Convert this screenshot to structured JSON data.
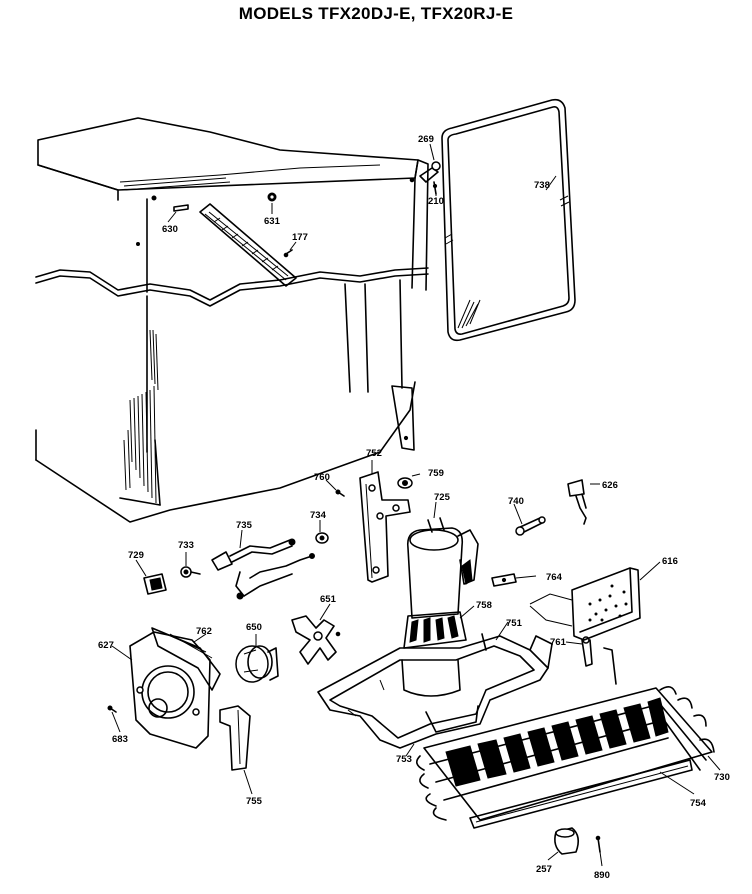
{
  "title": "MODELS TFX20DJ-E, TFX20RJ-E",
  "parts": {
    "p269": "269",
    "p210": "210",
    "p738": "738",
    "p631": "631",
    "p630": "630",
    "p177": "177",
    "p752": "752",
    "p760": "760",
    "p759": "759",
    "p725": "725",
    "p740": "740",
    "p626": "626",
    "p735": "735",
    "p734": "734",
    "p733": "733",
    "p729": "729",
    "p764": "764",
    "p616": "616",
    "p651": "651",
    "p758": "758",
    "p751": "751",
    "p761": "761",
    "p627": "627",
    "p762": "762",
    "p650": "650",
    "p683": "683",
    "p753": "753",
    "p755": "755",
    "p730": "730",
    "p754": "754",
    "p257": "257",
    "p890": "890"
  }
}
